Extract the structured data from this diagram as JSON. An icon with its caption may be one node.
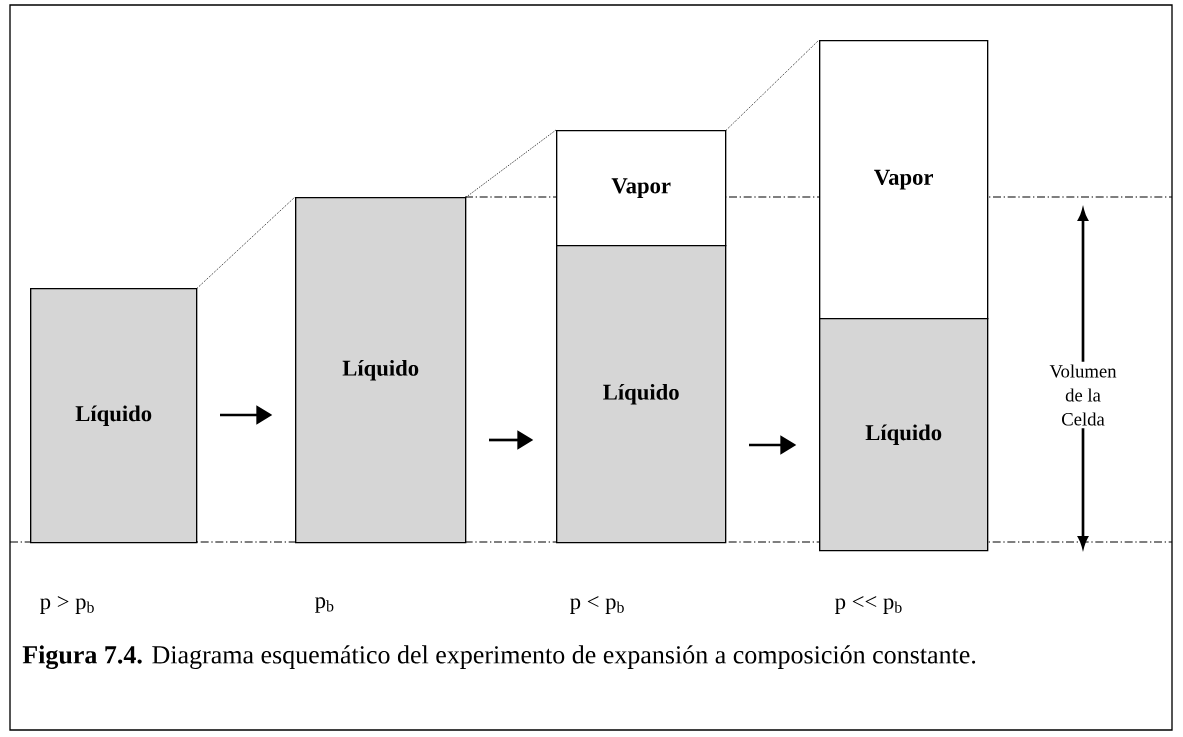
{
  "diagram": {
    "caption": "**Figura 7.4.** Diagrama esquemático del experimento de expansión a composición constante.",
    "nodes": [
      {
        "text": [
          "Líquido"
        ]
      },
      {
        "text": [
          "Líquido"
        ]
      },
      {
        "text": [
          "Vapor"
        ]
      },
      {
        "text": [
          "Líquido"
        ]
      },
      {
        "text": [
          "Vapor"
        ]
      },
      {
        "text": [
          "Líquido"
        ]
      }
    ],
    "edges": [
      {
        "from": 0,
        "to": 1,
        "arrow": "to"
      },
      {
        "from": 1,
        "to": 3,
        "arrow": "to"
      },
      {
        "from": 3,
        "to": 5,
        "arrow": "to"
      },
      {
        "from": 0,
        "to": 1,
        "arrow": "none",
        "style": "dashed"
      },
      {
        "from": 1,
        "to": 2,
        "arrow": "none",
        "style": "dashed"
      },
      {
        "from": 2,
        "to": 4,
        "arrow": "none",
        "style": "dashed"
      }
    ],
    "labels": [
      "p > p$_{b}$",
      "p$_{b}$",
      "p < p$_{b}$",
      "p << p$_{b}$",
      "Volumen de la Celda"
    ]
  }
}
